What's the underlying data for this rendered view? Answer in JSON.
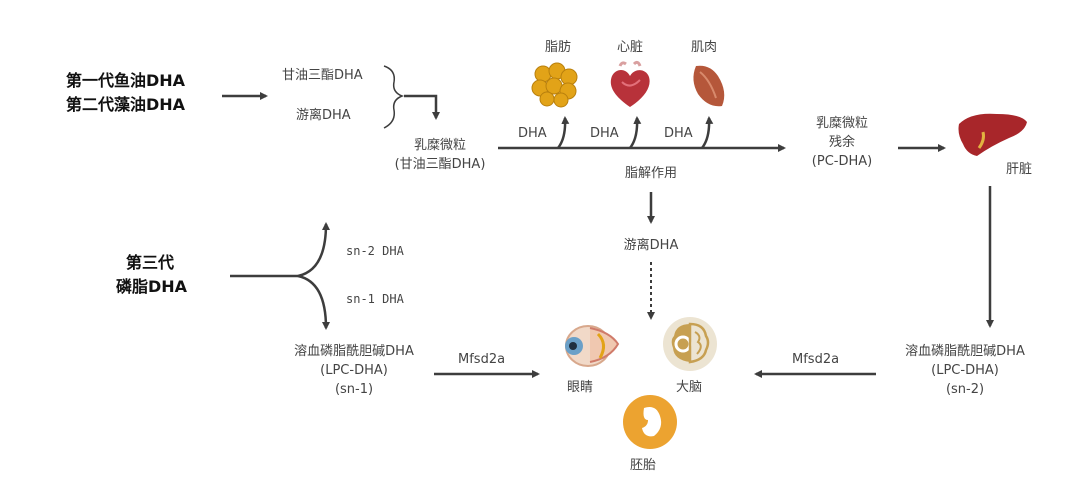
{
  "sources": {
    "gen12_line1": "第一代鱼油DHA",
    "gen12_line2": "第二代藻油DHA",
    "gen3_line1": "第三代",
    "gen3_line2": "磷脂DHA"
  },
  "forms": {
    "triglyceride": "甘油三酯DHA",
    "free": "游离DHA",
    "sn2": "sn-2  DHA",
    "sn1": "sn-1  DHA"
  },
  "chylomicron": {
    "line1": "乳糜微粒",
    "line2": "(甘油三酯DHA)"
  },
  "organs_top": {
    "fat": "脂肪",
    "heart": "心脏",
    "muscle": "肌肉"
  },
  "dha_labels": [
    "DHA",
    "DHA",
    "DHA"
  ],
  "lipolysis": "脂解作用",
  "free_dha": "游离DHA",
  "remnant": {
    "line1": "乳糜微粒",
    "line2": "残余",
    "line3": "(PC-DHA)"
  },
  "liver": "肝脏",
  "lpc_left": {
    "line1": "溶血磷脂酰胆碱DHA",
    "line2": "(LPC-DHA)",
    "line3": "(sn-1)"
  },
  "lpc_right": {
    "line1": "溶血磷脂酰胆碱DHA",
    "line2": "(LPC-DHA)",
    "line3": "(sn-2)"
  },
  "transporter_left": "Mfsd2a",
  "transporter_right": "Mfsd2a",
  "targets": {
    "eye": "眼睛",
    "brain": "大脑",
    "fetus": "胚胎"
  },
  "colors": {
    "arrow": "#3d3d3d",
    "fat": "#e2a318",
    "heart": "#b8323a",
    "muscle": "#b5573a",
    "liver": "#a8262a",
    "brain_badge": "#ece4d2",
    "fetus_badge": "#eca330"
  },
  "icons": [
    "fat-icon",
    "heart-icon",
    "muscle-icon",
    "liver-icon",
    "eye-icon",
    "brain-icon",
    "fetus-icon"
  ]
}
